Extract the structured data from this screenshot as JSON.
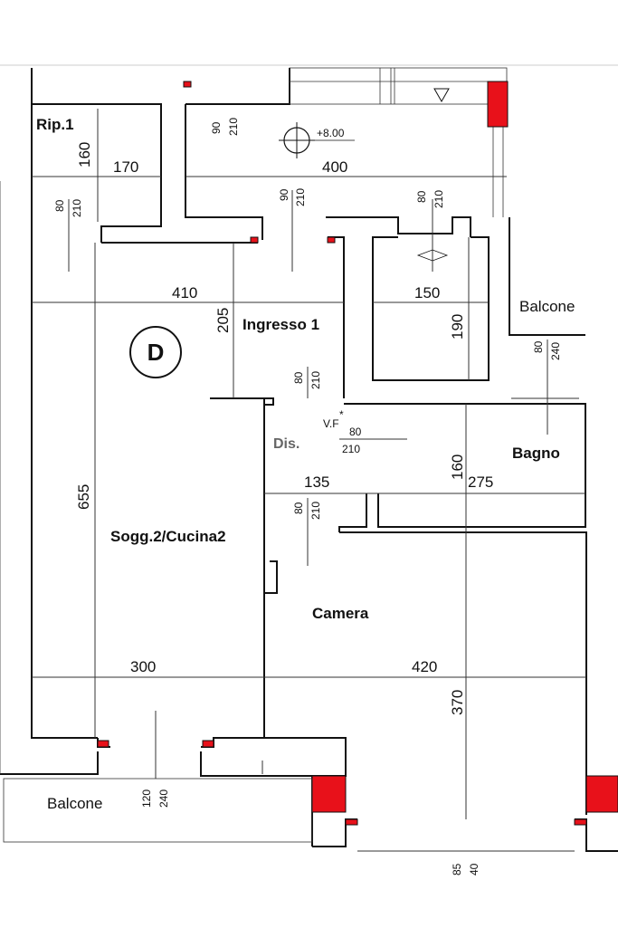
{
  "unit_label": "D",
  "rooms": {
    "rip": "Rip.1",
    "ingresso": "Ingresso 1",
    "dis": "Dis.",
    "soggiorno": "Sogg.2/Cucina2",
    "camera": "Camera",
    "bagno": "Bagno",
    "balcone_right": "Balcone",
    "balcone_bottom": "Balcone"
  },
  "level_marker": "+8.00",
  "vf_label": "V.F",
  "dimensions": {
    "rip_height": "160",
    "rip_width": "170",
    "top_width": "400",
    "soggiorno_width_top": "410",
    "ingresso_height": "205",
    "box_width": "150",
    "box_height": "190",
    "soggiorno_height": "655",
    "dis_width": "135",
    "bagno_height": "160",
    "bagno_width": "275",
    "soggiorno_width_bottom": "300",
    "camera_width": "420",
    "camera_height": "370"
  },
  "doors": {
    "d_top_left_w": "90",
    "d_top_left_h": "210",
    "d_top_mid_w": "90",
    "d_top_mid_h": "210",
    "d_top_right_w": "80",
    "d_top_right_h": "210",
    "d_rip_w": "80",
    "d_rip_h": "210",
    "d_balcone_w": "80",
    "d_balcone_h": "240",
    "d_ingresso_w": "80",
    "d_ingresso_h": "210",
    "d_vf_w": "80",
    "d_vf_h": "210",
    "d_camera_w": "80",
    "d_camera_h": "210",
    "d_bottom_w": "120",
    "d_bottom_h": "240",
    "d_bottom_right_w": "85",
    "d_bottom_right_h": "40"
  },
  "colors": {
    "accent": "#e8111a",
    "line": "#111111"
  }
}
